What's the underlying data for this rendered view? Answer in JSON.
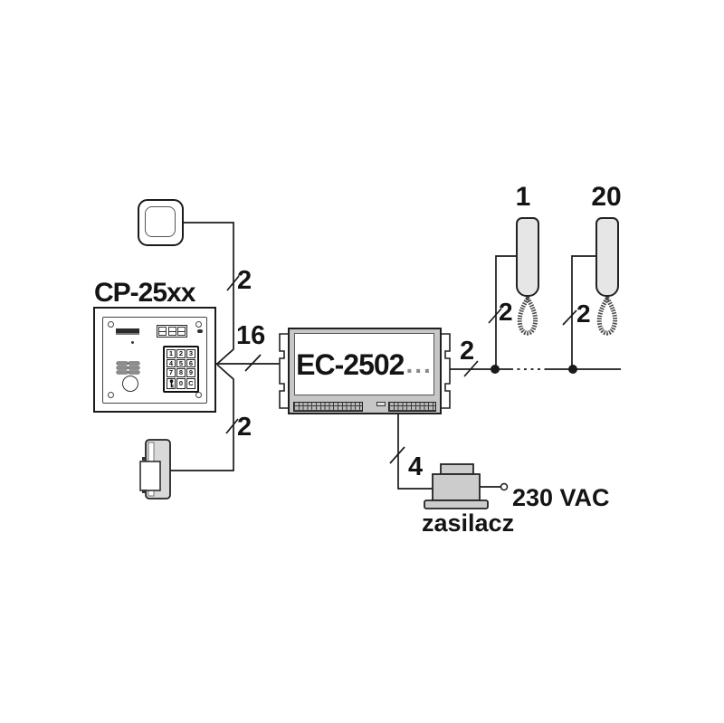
{
  "panel": {
    "title": "CP-25xx",
    "keypad": [
      "1",
      "2",
      "3",
      "4",
      "5",
      "6",
      "7",
      "8",
      "9",
      "0",
      "C"
    ],
    "key_icon": "door-key-icon"
  },
  "central_unit": {
    "label": "EC-2502",
    "suffix": "..."
  },
  "handsets": {
    "first_label": "1",
    "last_label": "20"
  },
  "power": {
    "voltage": "230 VAC",
    "label": "zasilacz"
  },
  "wires": {
    "button": "2",
    "strike": "2",
    "panel_to_unit": "16",
    "unit_to_line": "2",
    "handset_first": "2",
    "handset_last": "2",
    "power": "4"
  },
  "colors": {
    "line": "#1a1a1a",
    "device_fill": "#e3e3e3",
    "muted": "#8a8a8a"
  }
}
